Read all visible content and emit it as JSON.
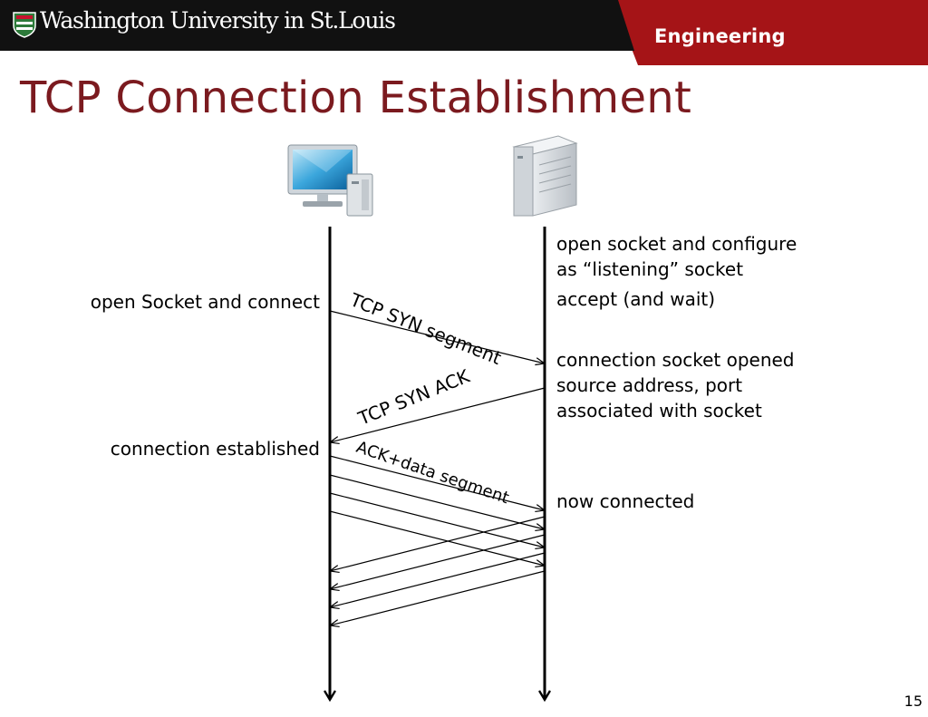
{
  "header": {
    "university_name": "Washington University in St.Louis",
    "school_name": "Engineering",
    "colors": {
      "black_bar": "#111111",
      "red_bar": "#a51417",
      "title": "#7b1a1f"
    }
  },
  "slide": {
    "title": "TCP Connection Establishment",
    "page_number": "15"
  },
  "hosts": {
    "client_icon": "desktop-computer-icon",
    "server_icon": "server-tower-icon"
  },
  "messages": {
    "syn": "TCP SYN segment",
    "syn_ack": "TCP SYN ACK",
    "ack_data": "ACK+data segment"
  },
  "client_notes": {
    "connect": "open Socket and connect",
    "established": "connection established"
  },
  "server_notes": {
    "open_listen_1": "open socket and configure",
    "open_listen_2": "as “listening” socket",
    "accept": "accept (and wait)",
    "opened_1": "connection socket opened",
    "opened_2": "source address, port",
    "opened_3": "associated with socket",
    "connected": "now connected"
  }
}
